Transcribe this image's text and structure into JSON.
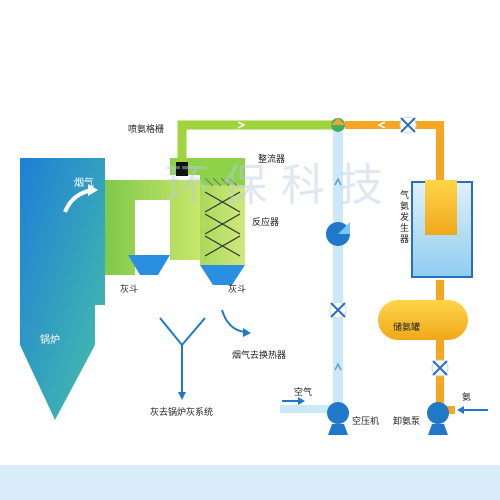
{
  "labels": {
    "ammonia_grid": "喷氨格栅",
    "flow_straightener": "整流器",
    "reactor": "反应器",
    "ash_hopper_1": "灰斗",
    "ash_hopper_2": "灰斗",
    "flue_gas": "烟气",
    "boiler": "锅炉",
    "flue_gas_to_exchanger": "烟气去换热器",
    "ash_to_system": "灰去锅炉灰系统",
    "ammonia_evaporator": "气氨发生器",
    "ammonia_tank": "储氨罐",
    "air": "空气",
    "air_compressor": "空压机",
    "ammonia": "氨",
    "unloading_pump": "卸氨泵"
  },
  "watermark": "环 保 科 技",
  "colors": {
    "boiler_top": "#1e84d8",
    "boiler_bottom": "#39b8b0",
    "duct_green": "#9fd43b",
    "pipe_orange": "#f5a623",
    "air_pipe": "#bfe3f7",
    "equipment_blue": "#1f78c8",
    "tank_yellow": "#f7c52a"
  }
}
